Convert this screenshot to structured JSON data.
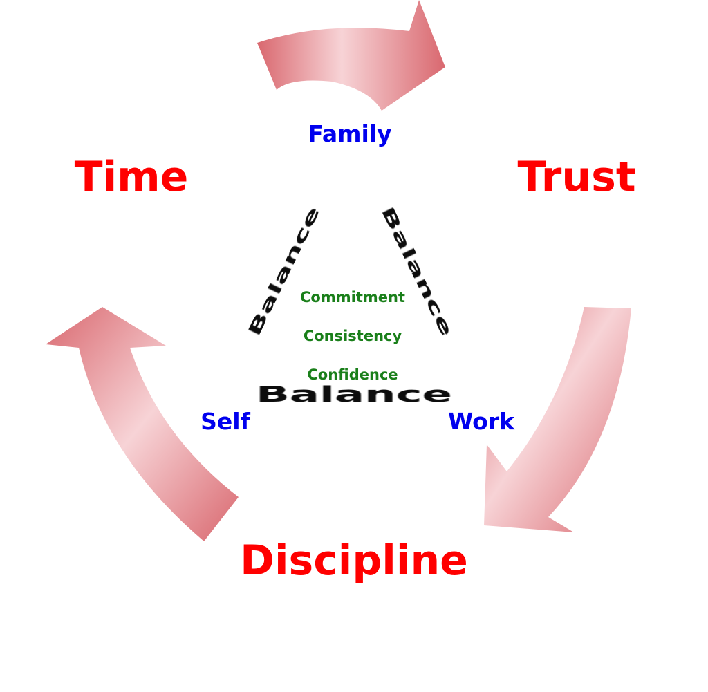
{
  "cycle": {
    "labels": {
      "time": "Time",
      "trust": "Trust",
      "discipline": "Discipline"
    },
    "color": "#ff0000",
    "arrow_color": "#d9686f",
    "arrow_highlight": "#f7d3d6"
  },
  "triangle": {
    "vertices": {
      "family": "Family",
      "self": "Self",
      "work": "Work"
    },
    "vertex_color": "#0000ee",
    "edges": {
      "left": "Balance",
      "right": "Balance",
      "bottom": "Balance"
    },
    "edge_color": "#111111"
  },
  "values": {
    "items": [
      "Commitment",
      "Consistency",
      "Confidence"
    ],
    "color": "#1a7f1a"
  }
}
